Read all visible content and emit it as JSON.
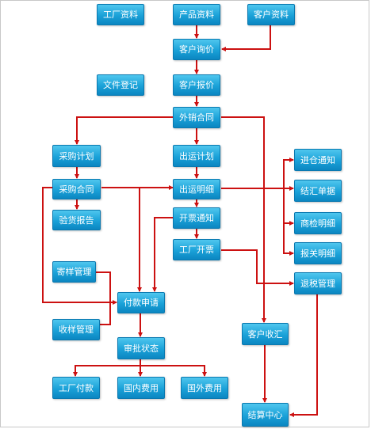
{
  "nodes": {
    "factory_info": "工厂资料",
    "product_info": "产品资料",
    "customer_info": "客户资料",
    "customer_inquiry": "客户询价",
    "file_register": "文件登记",
    "customer_quote": "客户报价",
    "export_contract": "外销合同",
    "purchase_plan": "采购计划",
    "shipping_plan": "出运计划",
    "purchase_contract": "采购合同",
    "shipping_detail": "出运明细",
    "inspection_report": "验货报告",
    "invoice_notice": "开票通知",
    "factory_invoice": "工厂开票",
    "sample_mgmt_send": "寄样管理",
    "payment_request": "付款申请",
    "sample_mgmt_receive": "收样管理",
    "approval_status": "审批状态",
    "factory_payment": "工厂付款",
    "domestic_fee": "国内费用",
    "foreign_fee": "国外费用",
    "stock_notice": "进仓通知",
    "settlement_doc": "结汇单据",
    "inspection_detail": "商检明细",
    "customs_detail": "报关明细",
    "tax_refund": "退税管理",
    "customer_receipt": "客户收汇",
    "settlement_center": "结算中心"
  },
  "colors": {
    "arrow": "#cc1111",
    "node_top": "#4fc6ee",
    "node_bottom": "#0b86c1",
    "node_text": "#ffffff"
  }
}
